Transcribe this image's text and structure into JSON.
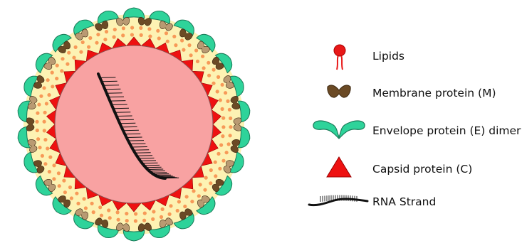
{
  "diagram": {
    "colors": {
      "background": "#ffffff",
      "inner_core": "#f8a2a2",
      "lipid_layer": "#fdf2b3",
      "lipid_head": "#f79a58",
      "capsid": "#ee1111",
      "membrane_protein": "#6b4a25",
      "membrane_protein_light": "#b99a72",
      "envelope_protein": "#2ed39a",
      "rna": "#111111",
      "outline": "#222222",
      "lipid_legend": "#e81818"
    },
    "legend": [
      {
        "key": "lipids",
        "icon": "lipid-icon",
        "label": "Lipids"
      },
      {
        "key": "membrane",
        "icon": "membrane-protein-icon",
        "label": "Membrane protein (M)"
      },
      {
        "key": "envelope",
        "icon": "envelope-protein-icon",
        "label": "Envelope protein (E) dimer"
      },
      {
        "key": "capsid",
        "icon": "capsid-protein-icon",
        "label": "Capsid protein (C)"
      },
      {
        "key": "rna",
        "icon": "rna-strand-icon",
        "label": "RNA Strand"
      }
    ]
  }
}
